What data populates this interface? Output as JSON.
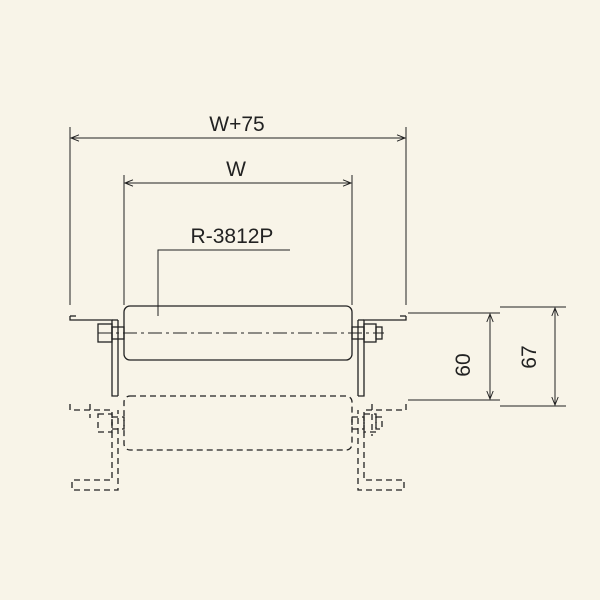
{
  "dimensions": {
    "overall_width": "W+75",
    "roller_width": "W",
    "height_60": "60",
    "height_67": "67"
  },
  "part_label": "R-3812P",
  "colors": {
    "background": "#f8f4e8",
    "line": "#222222"
  }
}
